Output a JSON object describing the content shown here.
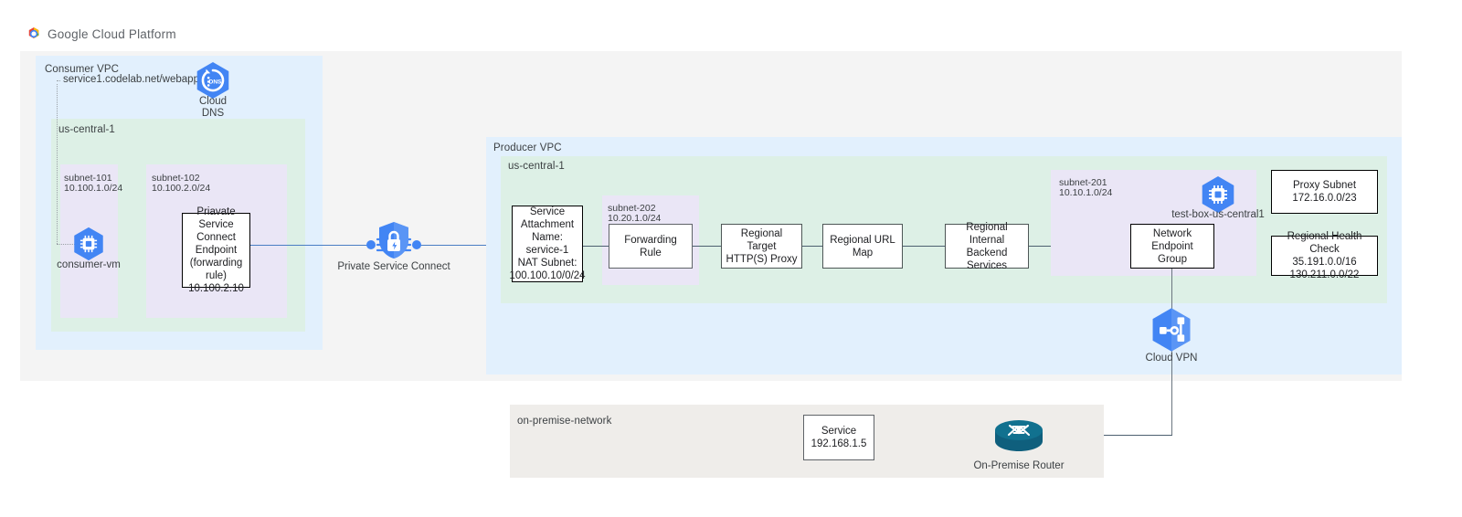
{
  "header": {
    "logo_icon": "google-cloud-platform-logo",
    "title": "Google Cloud Platform"
  },
  "consumer": {
    "vpc_label": "Consumer VPC",
    "region_label": "us-central-1",
    "dns_record": "service1.codelab.net/webapp",
    "cloud_dns": {
      "icon": "cloud-dns-icon",
      "label_line1": "Cloud",
      "label_line2": "DNS"
    },
    "subnets": [
      {
        "name": "subnet-101",
        "cidr": "10.100.1.0/24"
      },
      {
        "name": "subnet-102",
        "cidr": "10.100.2.0/24"
      }
    ],
    "vm": {
      "icon": "compute-engine-icon",
      "label": "consumer-vm"
    },
    "psc_endpoint": {
      "line1": "Priavate Service",
      "line2": "Connect Endpoint",
      "line3": "(forwarding rule)",
      "line4": "10.100.2.10"
    }
  },
  "psc": {
    "icon": "private-service-connect-icon",
    "label": "Private Service Connect"
  },
  "producer": {
    "vpc_label": "Producer VPC",
    "region_label": "us-central-1",
    "service_attachment": {
      "line1": "Service",
      "line2": "Attachment",
      "line3": "Name: service-1",
      "line4": "NAT Subnet:",
      "line5": "100.100.10/0/24"
    },
    "subnet_202": {
      "name": "subnet-202",
      "cidr": "10.20.1.0/24"
    },
    "forwarding_rule": "Forwarding Rule",
    "chain": [
      {
        "line1": "Regional Target",
        "line2": "HTTP(S) Proxy"
      },
      {
        "line1": "Regional URL Map",
        "line2": ""
      },
      {
        "line1": "Regional Internal",
        "line2": "Backend Services"
      }
    ],
    "subnet_201": {
      "name": "subnet-201",
      "cidr": "10.10.1.0/24"
    },
    "test_box": {
      "icon": "compute-engine-icon",
      "label": "test-box-us-central1"
    },
    "neg": {
      "line1": "Network Endpoint",
      "line2": "Group"
    },
    "proxy_subnet": {
      "line1": "Proxy Subnet",
      "line2": "172.16.0.0/23"
    },
    "health_check": {
      "line1": "Regional Health Check",
      "line2": "35.191.0.0/16",
      "line3": "130.211.0.0/22"
    }
  },
  "cloud_vpn": {
    "icon": "cloud-vpn-icon",
    "label": "Cloud VPN"
  },
  "onprem": {
    "label": "on-premise-network",
    "service": {
      "line1": "Service",
      "line2": "192.168.1.5"
    },
    "router": {
      "icon": "router-icon",
      "label": "On-Premise Router"
    }
  },
  "colors": {
    "vpc_blue": "#e2f0fd",
    "region_green": "#ddf0e6",
    "subnet_purple": "#eae6f6",
    "panel_grey": "#f4f4f4",
    "onprem_grey": "#efedea",
    "gcp_blue": "#4285f4",
    "router_teal": "#11607f",
    "link_blue": "#4a7ec4"
  }
}
